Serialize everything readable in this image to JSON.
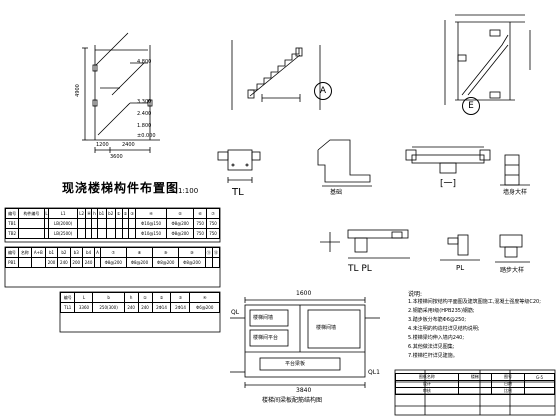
{
  "sheet": {
    "layout_title": "现浇楼梯构件布置图",
    "layout_scale": "1:100",
    "stair_dims": {
      "total_width": "3600",
      "left_part": "1200",
      "right_part": "2400",
      "height_label": "4900"
    },
    "elev_marks": [
      "4.800",
      "3.300",
      "2.400",
      "1.800",
      "±0.000"
    ],
    "detail_marks": {
      "a": "A",
      "e": "E"
    },
    "section_labels": {
      "tl": "TL",
      "section_1": "[一]",
      "base": "基础",
      "tl_pl": "TL PL",
      "pl": "PL",
      "wall_detail": "墙身大样",
      "step_detail": "踏步大样"
    },
    "plan": {
      "title": "楼梯间梁板配筋结构图",
      "width_dim": "1600",
      "bottom_dim": "3840",
      "beam_label_left": "QL",
      "beam_label_right": "QL1",
      "landing_label": "楼梯间平台",
      "room_left_top": "楼梯间墙",
      "room_left_bottom": "楼梯间平台",
      "room_right": "楼梯间墙",
      "bottom_label": "平台梁板"
    },
    "notes": {
      "heading": "说明:",
      "items": [
        "1.本楼梯间按结构平面图及建筑图施工,混凝土强度等级C20;",
        "2.钢筋采用I级(HPB235)钢筋;",
        "3.踏步板分布筋Φ6@250;",
        "4.未注明的构造柱详见结构说明;",
        "5.楼梯梁均伸入墙内240;",
        "6.其他做法详见图集;",
        "7.楼梯栏杆详见建施。"
      ]
    },
    "table1": {
      "headers": [
        "编号",
        "构件编号",
        "L",
        "L1",
        "L2",
        "H",
        "h",
        "b1",
        "b2",
        "①",
        "②",
        "③",
        "④",
        "⑤",
        "⑥",
        "⑦"
      ],
      "rows": [
        [
          "TB1",
          "",
          "",
          "LB(2000)",
          "",
          "",
          "",
          "",
          "",
          "",
          "",
          "",
          "Φ10@150",
          "Φ8@200",
          "750",
          "750"
        ],
        [
          "TB2",
          "",
          "",
          "LB(2500)",
          "",
          "",
          "",
          "",
          "",
          "",
          "",
          "",
          "Φ10@150",
          "Φ8@200",
          "750",
          "750"
        ]
      ]
    },
    "table2": {
      "headers": [
        "编号",
        "名称",
        "A+B",
        "b1",
        "b2",
        "b3",
        "b4",
        "A",
        "⑦",
        "⑧",
        "⑨",
        "⑩",
        "⑪",
        "⑫"
      ],
      "rows": [
        [
          "PB1",
          "",
          "",
          "200",
          "240",
          "200",
          "240",
          "",
          "Φ8@200",
          "Φ8@200",
          "Φ8@200",
          "Φ8@200",
          "",
          ""
        ]
      ]
    },
    "table3": {
      "headers": [
        "编号",
        "L",
        "b",
        "h",
        "①",
        "②",
        "③",
        "④"
      ],
      "rows": [
        [
          "TL1",
          "3360",
          "250(300)",
          "240",
          "240",
          "2Φ14",
          "2Φ14",
          "Φ6@200"
        ]
      ]
    },
    "title_block": {
      "rows": [
        [
          "图纸名称",
          "楼梯",
          "图号",
          "G-5"
        ],
        [
          "设计",
          "",
          "日期",
          ""
        ],
        [
          "审核",
          "",
          "比例",
          ""
        ]
      ]
    }
  }
}
